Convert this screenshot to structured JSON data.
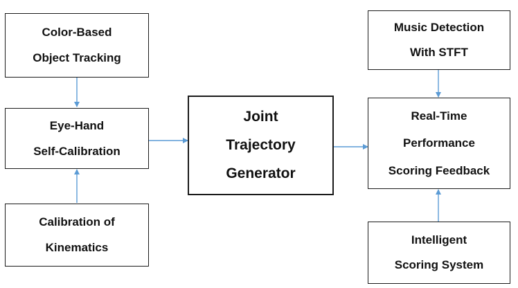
{
  "boxes": {
    "color_tracking": [
      "Color-Based",
      "Object Tracking"
    ],
    "eye_hand": [
      "Eye-Hand",
      "Self-Calibration"
    ],
    "kinematics": [
      "Calibration of",
      "Kinematics"
    ],
    "joint_trajectory": [
      "Joint",
      "Trajectory",
      "Generator"
    ],
    "music_detection": [
      "Music Detection",
      "With STFT"
    ],
    "realtime_scoring": [
      "Real-Time",
      "Performance",
      "Scoring Feedback"
    ],
    "intelligent_scoring": [
      "Intelligent",
      "Scoring System"
    ]
  },
  "colors": {
    "arrow": "#5b9bd5",
    "border": "#1a1a1a"
  }
}
